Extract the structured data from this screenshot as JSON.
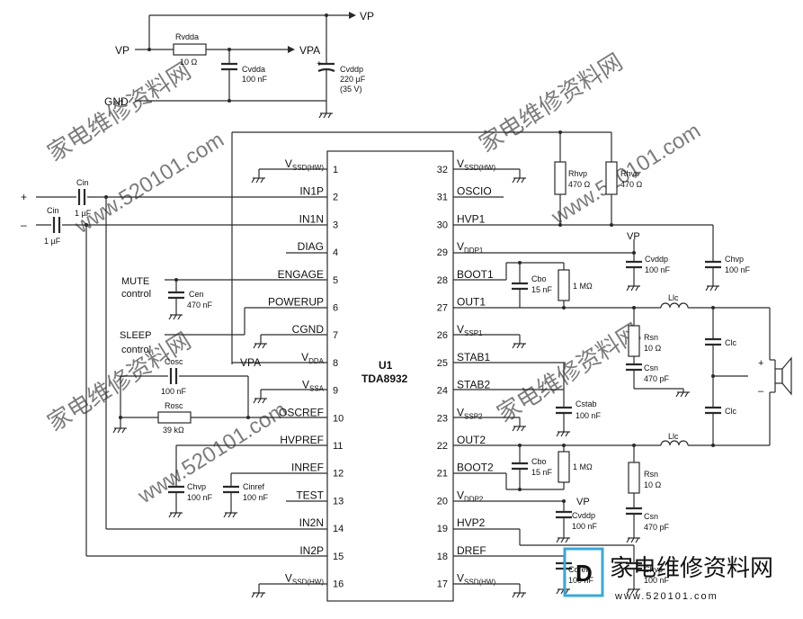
{
  "chip": {
    "name": "U1",
    "part": "TDA8932"
  },
  "pins_left": [
    {
      "num": "1",
      "name": "VSSD(HW)",
      "sub": true
    },
    {
      "num": "2",
      "name": "IN1P"
    },
    {
      "num": "3",
      "name": "IN1N"
    },
    {
      "num": "4",
      "name": "DIAG"
    },
    {
      "num": "5",
      "name": "ENGAGE"
    },
    {
      "num": "6",
      "name": "POWERUP"
    },
    {
      "num": "7",
      "name": "CGND"
    },
    {
      "num": "8",
      "name": "VDDA",
      "sub": true
    },
    {
      "num": "9",
      "name": "VSSA",
      "sub": true
    },
    {
      "num": "10",
      "name": "OSCREF"
    },
    {
      "num": "11",
      "name": "HVPREF"
    },
    {
      "num": "12",
      "name": "INREF"
    },
    {
      "num": "13",
      "name": "TEST"
    },
    {
      "num": "14",
      "name": "IN2N"
    },
    {
      "num": "15",
      "name": "IN2P"
    },
    {
      "num": "16",
      "name": "VSSD(HW)",
      "sub": true
    }
  ],
  "pins_right": [
    {
      "num": "32",
      "name": "VSSD(HW)",
      "sub": true
    },
    {
      "num": "31",
      "name": "OSCIO"
    },
    {
      "num": "30",
      "name": "HVP1"
    },
    {
      "num": "29",
      "name": "VDDP1",
      "sub": true
    },
    {
      "num": "28",
      "name": "BOOT1"
    },
    {
      "num": "27",
      "name": "OUT1"
    },
    {
      "num": "26",
      "name": "VSSP1",
      "sub": true
    },
    {
      "num": "25",
      "name": "STAB1"
    },
    {
      "num": "24",
      "name": "STAB2"
    },
    {
      "num": "23",
      "name": "VSSP2",
      "sub": true
    },
    {
      "num": "22",
      "name": "OUT2"
    },
    {
      "num": "21",
      "name": "BOOT2"
    },
    {
      "num": "20",
      "name": "VDDP2",
      "sub": true
    },
    {
      "num": "19",
      "name": "HVP2"
    },
    {
      "num": "18",
      "name": "DREF"
    },
    {
      "num": "17",
      "name": "VSSD(HW)",
      "sub": true
    }
  ],
  "nets": {
    "vp": "VP",
    "vpa": "VPA",
    "gnd": "GND",
    "plus": "+",
    "minus": "–",
    "mute": "MUTE",
    "mute2": "control",
    "sleep": "SLEEP",
    "sleep2": "control",
    "spk_plus": "+",
    "spk_minus": "–"
  },
  "components": {
    "rvdda": {
      "name": "Rvdda",
      "value": "10 Ω"
    },
    "cvdda": {
      "name": "Cvdda",
      "value": "100 nF"
    },
    "cvddp_top": {
      "name": "Cvddp",
      "value": "220 µF",
      "value2": "(35 V)"
    },
    "cin1": {
      "name": "Cin",
      "value": "1 µF"
    },
    "cin2": {
      "name": "Cin",
      "value": "1 µF"
    },
    "cen": {
      "name": "Cen",
      "value": "470 nF"
    },
    "cosc": {
      "name": "Cosc",
      "value": "100 nF"
    },
    "rosc": {
      "name": "Rosc",
      "value": "39 kΩ"
    },
    "chvp_left": {
      "name": "Chvp",
      "value": "100 nF"
    },
    "cinref": {
      "name": "Cinref",
      "value": "100 nF"
    },
    "rhvp1": {
      "name": "Rhvp",
      "value": "470 Ω"
    },
    "rhvp2": {
      "name": "Rhvp",
      "value": "470 Ω"
    },
    "cvddp1": {
      "name": "Cvddp",
      "value": "100 nF"
    },
    "chvp_right": {
      "name": "Chvp",
      "value": "100 nF"
    },
    "cbo1": {
      "name": "Cbo",
      "value": "15 nF"
    },
    "r1m1": {
      "value": "1 MΩ"
    },
    "llc1": {
      "name": "Llc"
    },
    "rsn1": {
      "name": "Rsn",
      "value": "10 Ω"
    },
    "csn1": {
      "name": "Csn",
      "value": "470 pF"
    },
    "clc1": {
      "name": "Clc"
    },
    "clc2": {
      "name": "Clc"
    },
    "cstab": {
      "name": "Cstab",
      "value": "100 nF"
    },
    "llc2": {
      "name": "Llc"
    },
    "cbo2": {
      "name": "Cbo",
      "value": "15 nF"
    },
    "r1m2": {
      "value": "1 MΩ"
    },
    "rsn2": {
      "name": "Rsn",
      "value": "10 Ω"
    },
    "csn2": {
      "name": "Csn",
      "value": "470 pF"
    },
    "cvddp2": {
      "name": "Cvddp",
      "value": "100 nF"
    },
    "cdref": {
      "name": "Cdref",
      "value": "100 nF"
    },
    "chvp_bot": {
      "name": "Chvp",
      "value": "100 nF"
    }
  },
  "watermark": {
    "logo": "家电维修资料网",
    "url": "www.520101.com",
    "bg1": "家电维修资料网",
    "bg2": "www.520101.com"
  }
}
